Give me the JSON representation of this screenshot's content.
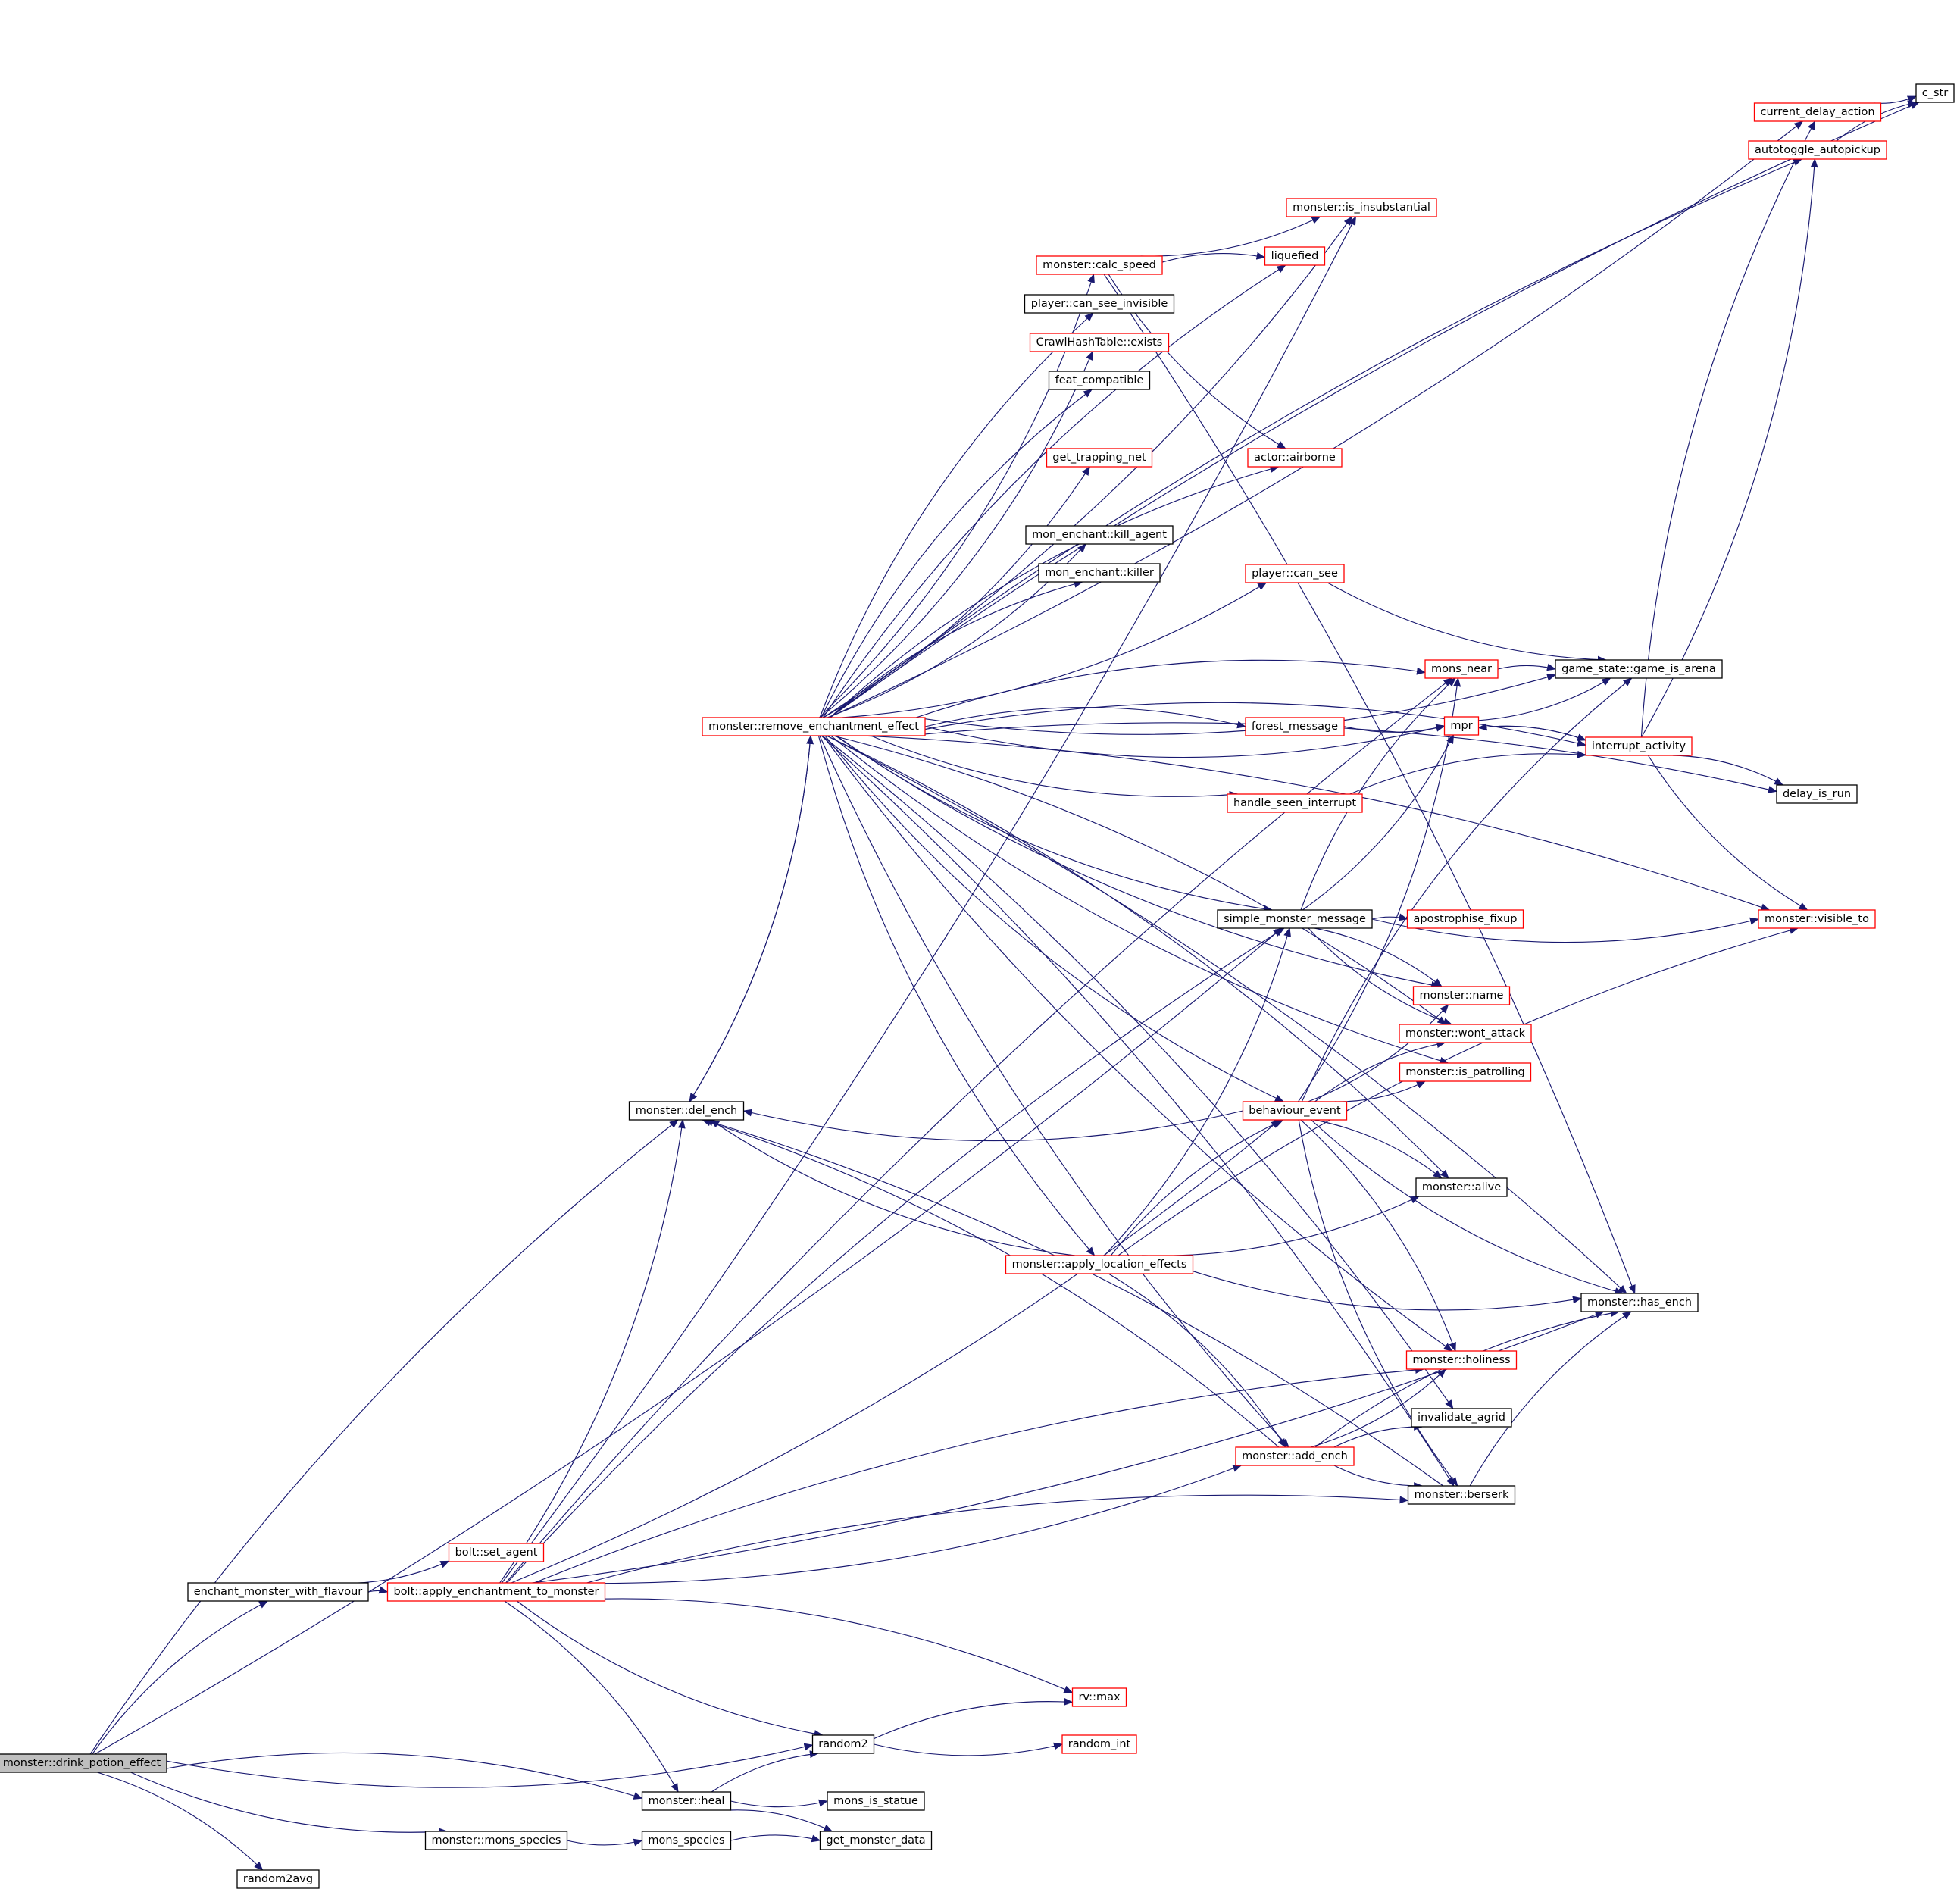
{
  "graph": {
    "root": "n_root",
    "colors": {
      "edge": "#191970",
      "normal_border": "#000000",
      "linked_border": "#ff0000",
      "root_fill": "#bfbfbf",
      "node_fill": "#ffffff"
    },
    "nodes": [
      {
        "id": "n_root",
        "label": "monster::drink_potion_effect",
        "style": "root"
      },
      {
        "id": "n_cstr",
        "label": "c_str",
        "style": "normal"
      },
      {
        "id": "n_cda",
        "label": "current_delay_action",
        "style": "red"
      },
      {
        "id": "n_aap",
        "label": "autotoggle_autopickup",
        "style": "red"
      },
      {
        "id": "n_insub",
        "label": "monster::is_insubstantial",
        "style": "red"
      },
      {
        "id": "n_liq",
        "label": "liquefied",
        "style": "red"
      },
      {
        "id": "n_calc",
        "label": "monster::calc_speed",
        "style": "red"
      },
      {
        "id": "n_pcsi",
        "label": "player::can_see_invisible",
        "style": "normal"
      },
      {
        "id": "n_cht",
        "label": "CrawlHashTable::exists",
        "style": "red"
      },
      {
        "id": "n_feat",
        "label": "feat_compatible",
        "style": "normal"
      },
      {
        "id": "n_gtn",
        "label": "get_trapping_net",
        "style": "red"
      },
      {
        "id": "n_air",
        "label": "actor::airborne",
        "style": "red"
      },
      {
        "id": "n_mka",
        "label": "mon_enchant::kill_agent",
        "style": "normal"
      },
      {
        "id": "n_mk",
        "label": "mon_enchant::killer",
        "style": "normal"
      },
      {
        "id": "n_pcs",
        "label": "player::can_see",
        "style": "red"
      },
      {
        "id": "n_near",
        "label": "mons_near",
        "style": "red"
      },
      {
        "id": "n_arena",
        "label": "game_state::game_is_arena",
        "style": "normal"
      },
      {
        "id": "n_ree",
        "label": "monster::remove_enchantment_effect",
        "style": "red"
      },
      {
        "id": "n_forest",
        "label": "forest_message",
        "style": "red"
      },
      {
        "id": "n_mpr",
        "label": "mpr",
        "style": "red"
      },
      {
        "id": "n_intr",
        "label": "interrupt_activity",
        "style": "red"
      },
      {
        "id": "n_hsi",
        "label": "handle_seen_interrupt",
        "style": "red"
      },
      {
        "id": "n_dir",
        "label": "delay_is_run",
        "style": "normal"
      },
      {
        "id": "n_smm",
        "label": "simple_monster_message",
        "style": "normal"
      },
      {
        "id": "n_apos",
        "label": "apostrophise_fixup",
        "style": "red"
      },
      {
        "id": "n_vis",
        "label": "monster::visible_to",
        "style": "red"
      },
      {
        "id": "n_name",
        "label": "monster::name",
        "style": "red"
      },
      {
        "id": "n_wont",
        "label": "monster::wont_attack",
        "style": "red"
      },
      {
        "id": "n_patr",
        "label": "monster::is_patrolling",
        "style": "red"
      },
      {
        "id": "n_del",
        "label": "monster::del_ench",
        "style": "normal"
      },
      {
        "id": "n_beh",
        "label": "behaviour_event",
        "style": "red"
      },
      {
        "id": "n_alive",
        "label": "monster::alive",
        "style": "normal"
      },
      {
        "id": "n_ale",
        "label": "monster::apply_location_effects",
        "style": "red"
      },
      {
        "id": "n_has",
        "label": "monster::has_ench",
        "style": "normal"
      },
      {
        "id": "n_hol",
        "label": "monster::holiness",
        "style": "red"
      },
      {
        "id": "n_inv",
        "label": "invalidate_agrid",
        "style": "normal"
      },
      {
        "id": "n_add",
        "label": "monster::add_ench",
        "style": "red"
      },
      {
        "id": "n_bers",
        "label": "monster::berserk",
        "style": "normal"
      },
      {
        "id": "n_setag",
        "label": "bolt::set_agent",
        "style": "red"
      },
      {
        "id": "n_emwf",
        "label": "enchant_monster_with_flavour",
        "style": "normal"
      },
      {
        "id": "n_baetm",
        "label": "bolt::apply_enchantment_to_monster",
        "style": "red"
      },
      {
        "id": "n_rvmax",
        "label": "rv::max",
        "style": "red"
      },
      {
        "id": "n_r2",
        "label": "random2",
        "style": "normal"
      },
      {
        "id": "n_rint",
        "label": "random_int",
        "style": "red"
      },
      {
        "id": "n_heal",
        "label": "monster::heal",
        "style": "normal"
      },
      {
        "id": "n_statue",
        "label": "mons_is_statue",
        "style": "normal"
      },
      {
        "id": "n_mspec",
        "label": "monster::mons_species",
        "style": "normal"
      },
      {
        "id": "n_spec",
        "label": "mons_species",
        "style": "normal"
      },
      {
        "id": "n_gmd",
        "label": "get_monster_data",
        "style": "normal"
      },
      {
        "id": "n_r2avg",
        "label": "random2avg",
        "style": "normal"
      }
    ],
    "edges": [
      [
        "n_root",
        "n_del"
      ],
      [
        "n_root",
        "n_smm"
      ],
      [
        "n_root",
        "n_emwf"
      ],
      [
        "n_root",
        "n_r2"
      ],
      [
        "n_root",
        "n_heal"
      ],
      [
        "n_root",
        "n_mspec"
      ],
      [
        "n_root",
        "n_r2avg"
      ],
      [
        "n_emwf",
        "n_setag"
      ],
      [
        "n_emwf",
        "n_baetm"
      ],
      [
        "n_baetm",
        "n_del"
      ],
      [
        "n_baetm",
        "n_smm"
      ],
      [
        "n_baetm",
        "n_beh"
      ],
      [
        "n_baetm",
        "n_hol"
      ],
      [
        "n_baetm",
        "n_add"
      ],
      [
        "n_baetm",
        "n_bers"
      ],
      [
        "n_baetm",
        "n_has"
      ],
      [
        "n_baetm",
        "n_rvmax"
      ],
      [
        "n_baetm",
        "n_r2"
      ],
      [
        "n_baetm",
        "n_heal"
      ],
      [
        "n_baetm",
        "n_insub"
      ],
      [
        "n_baetm",
        "n_near"
      ],
      [
        "n_del",
        "n_ree"
      ],
      [
        "n_ree",
        "n_cstr"
      ],
      [
        "n_ree",
        "n_cda"
      ],
      [
        "n_ree",
        "n_aap"
      ],
      [
        "n_ree",
        "n_insub"
      ],
      [
        "n_ree",
        "n_liq"
      ],
      [
        "n_ree",
        "n_calc"
      ],
      [
        "n_ree",
        "n_pcsi"
      ],
      [
        "n_ree",
        "n_cht"
      ],
      [
        "n_ree",
        "n_feat"
      ],
      [
        "n_ree",
        "n_gtn"
      ],
      [
        "n_ree",
        "n_air"
      ],
      [
        "n_ree",
        "n_mka"
      ],
      [
        "n_ree",
        "n_mk"
      ],
      [
        "n_ree",
        "n_pcs"
      ],
      [
        "n_ree",
        "n_near"
      ],
      [
        "n_ree",
        "n_arena"
      ],
      [
        "n_ree",
        "n_forest"
      ],
      [
        "n_ree",
        "n_mpr"
      ],
      [
        "n_ree",
        "n_intr"
      ],
      [
        "n_ree",
        "n_hsi"
      ],
      [
        "n_ree",
        "n_dir"
      ],
      [
        "n_ree",
        "n_smm"
      ],
      [
        "n_ree",
        "n_vis"
      ],
      [
        "n_ree",
        "n_name"
      ],
      [
        "n_ree",
        "n_wont"
      ],
      [
        "n_ree",
        "n_patr"
      ],
      [
        "n_ree",
        "n_del"
      ],
      [
        "n_ree",
        "n_beh"
      ],
      [
        "n_ree",
        "n_alive"
      ],
      [
        "n_ree",
        "n_ale"
      ],
      [
        "n_ree",
        "n_has"
      ],
      [
        "n_ree",
        "n_hol"
      ],
      [
        "n_ree",
        "n_inv"
      ],
      [
        "n_ree",
        "n_add"
      ],
      [
        "n_ree",
        "n_bers"
      ],
      [
        "n_calc",
        "n_insub"
      ],
      [
        "n_calc",
        "n_liq"
      ],
      [
        "n_calc",
        "n_air"
      ],
      [
        "n_calc",
        "n_has"
      ],
      [
        "n_pcs",
        "n_arena"
      ],
      [
        "n_near",
        "n_arena"
      ],
      [
        "n_mpr",
        "n_arena"
      ],
      [
        "n_mpr",
        "n_intr"
      ],
      [
        "n_forest",
        "n_mpr"
      ],
      [
        "n_hsi",
        "n_intr"
      ],
      [
        "n_intr",
        "n_mpr"
      ],
      [
        "n_intr",
        "n_cda"
      ],
      [
        "n_intr",
        "n_aap"
      ],
      [
        "n_intr",
        "n_dir"
      ],
      [
        "n_intr",
        "n_vis"
      ],
      [
        "n_aap",
        "n_cstr"
      ],
      [
        "n_cda",
        "n_cstr"
      ],
      [
        "n_smm",
        "n_near"
      ],
      [
        "n_smm",
        "n_mpr"
      ],
      [
        "n_smm",
        "n_apos"
      ],
      [
        "n_smm",
        "n_vis"
      ],
      [
        "n_smm",
        "n_name"
      ],
      [
        "n_smm",
        "n_wont"
      ],
      [
        "n_beh",
        "n_del"
      ],
      [
        "n_beh",
        "n_near"
      ],
      [
        "n_beh",
        "n_arena"
      ],
      [
        "n_beh",
        "n_name"
      ],
      [
        "n_beh",
        "n_wont"
      ],
      [
        "n_beh",
        "n_patr"
      ],
      [
        "n_beh",
        "n_alive"
      ],
      [
        "n_beh",
        "n_has"
      ],
      [
        "n_beh",
        "n_hol"
      ],
      [
        "n_beh",
        "n_bers"
      ],
      [
        "n_ale",
        "n_del"
      ],
      [
        "n_ale",
        "n_smm"
      ],
      [
        "n_ale",
        "n_beh"
      ],
      [
        "n_ale",
        "n_alive"
      ],
      [
        "n_ale",
        "n_vis"
      ],
      [
        "n_ale",
        "n_has"
      ],
      [
        "n_ale",
        "n_add"
      ],
      [
        "n_add",
        "n_hol"
      ],
      [
        "n_add",
        "n_inv"
      ],
      [
        "n_add",
        "n_bers"
      ],
      [
        "n_add",
        "n_has"
      ],
      [
        "n_add",
        "n_del"
      ],
      [
        "n_bers",
        "n_has"
      ],
      [
        "n_bers",
        "n_del"
      ],
      [
        "n_r2",
        "n_rvmax"
      ],
      [
        "n_r2",
        "n_rint"
      ],
      [
        "n_heal",
        "n_r2"
      ],
      [
        "n_heal",
        "n_statue"
      ],
      [
        "n_heal",
        "n_gmd"
      ],
      [
        "n_mspec",
        "n_spec"
      ],
      [
        "n_spec",
        "n_gmd"
      ]
    ]
  }
}
